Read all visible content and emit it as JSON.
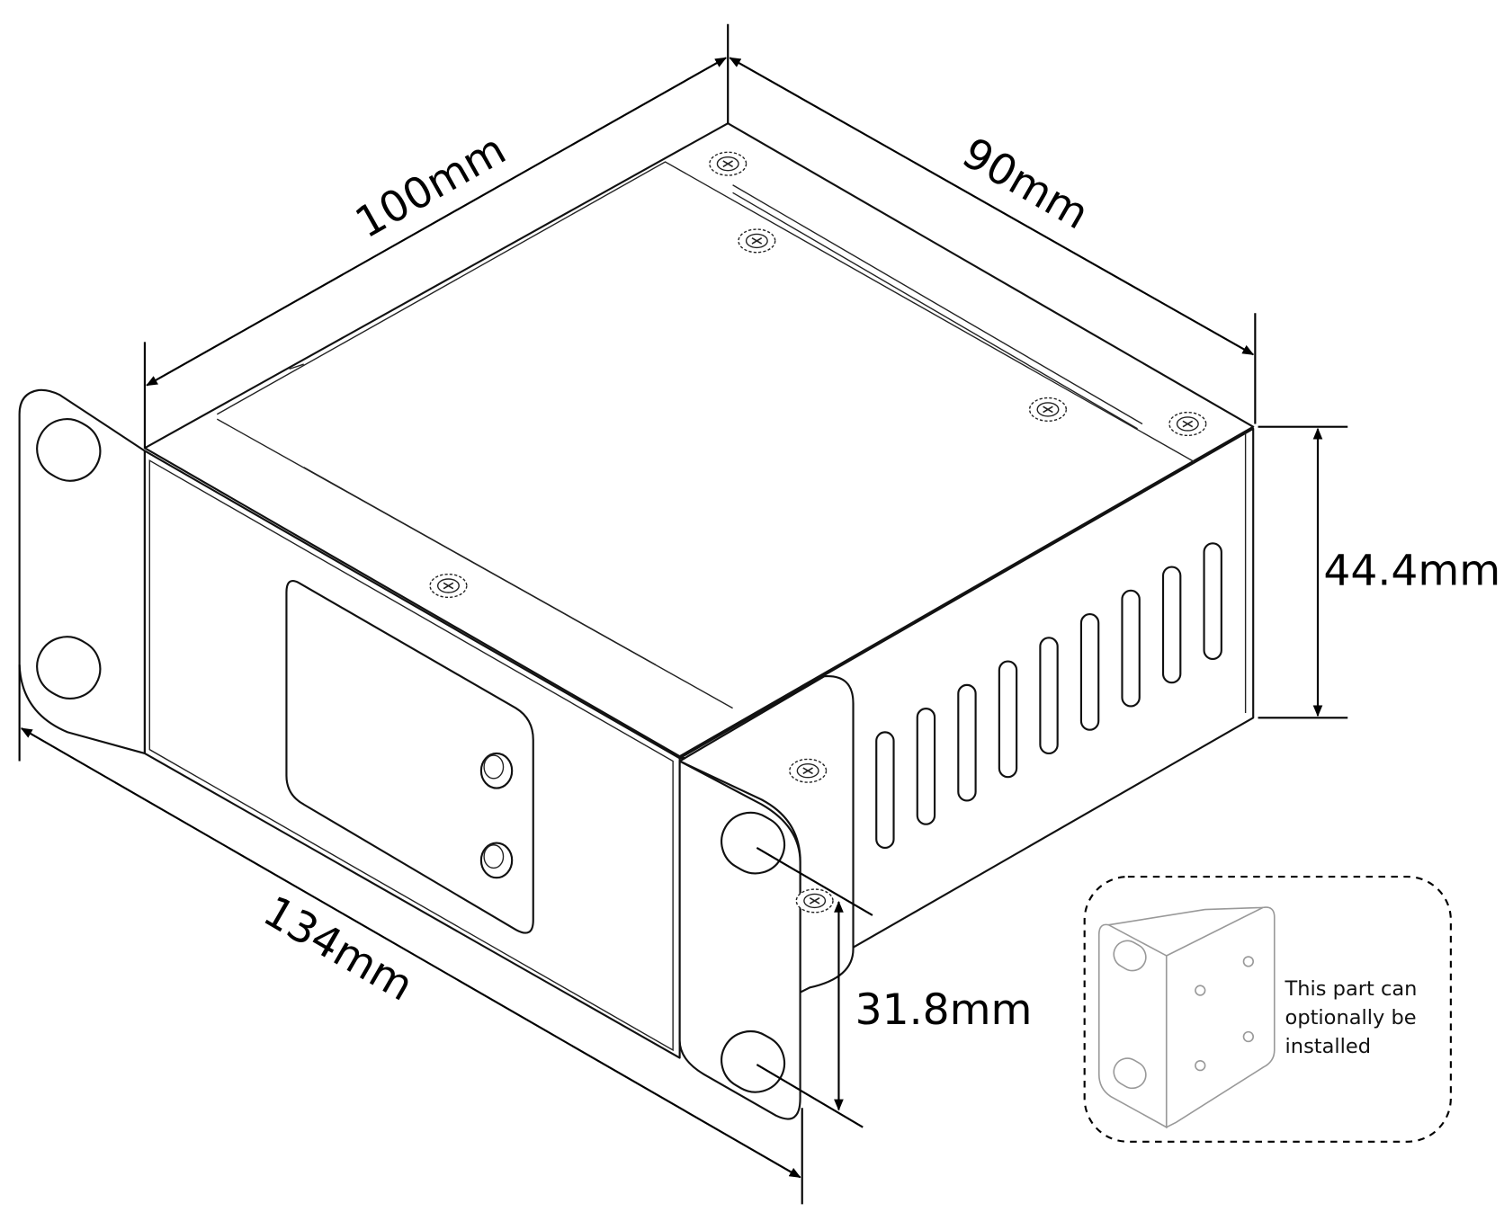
{
  "dimensions": {
    "depth_top_left": "100mm",
    "width_top_right": "90mm",
    "height": "44.4mm",
    "overall_width": "134mm",
    "hole_spacing": "31.8mm"
  },
  "inset_note": {
    "line1": "This part can",
    "line2": "optionally be",
    "line3": "installed"
  }
}
